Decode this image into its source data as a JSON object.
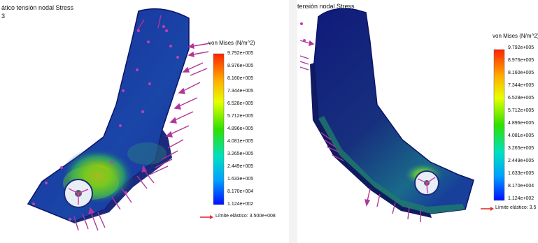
{
  "left": {
    "title": "ático tensión nodal Stress",
    "subtitle": "3",
    "legend_title": "von Mises (N/m^2)",
    "ticks": [
      "9.792e+005",
      "8.976e+005",
      "8.160e+005",
      "7.344e+005",
      "6.528e+005",
      "5.712e+005",
      "4.896e+005",
      "4.081e+005",
      "3.265e+005",
      "2.449e+005",
      "1.633e+005",
      "8.170e+004",
      "1.124e+002"
    ],
    "limit_label": "Límite elástico: 3.500e+008"
  },
  "right": {
    "title": "tensión nodal Stress",
    "legend_title": "von Mises (N/m^2)",
    "ticks": [
      "9.792e+005",
      "8.976e+005",
      "8.160e+005",
      "7.344e+005",
      "6.528e+005",
      "5.712e+005",
      "4.896e+005",
      "4.081e+005",
      "3.265e+005",
      "2.449e+005",
      "1.633e+005",
      "8.170e+004",
      "1.124e+002"
    ],
    "limit_label": "Límite elástico: 3.5"
  },
  "colors": {
    "arrow": "#b0369a",
    "limit_arrow": "#e0302a",
    "part_dark": "#101a8a"
  },
  "icons": [
    "force-arrow-icon",
    "fixture-arrow-icon",
    "limit-arrow-icon"
  ]
}
